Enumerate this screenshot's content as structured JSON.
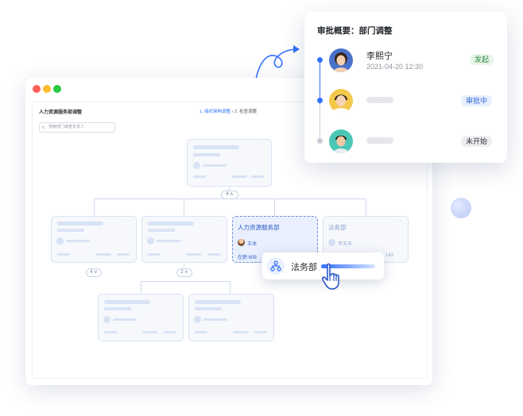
{
  "window": {
    "header_title": "人力资源服务部调整",
    "step1": "1. 组织架构调整",
    "step_sep": "›",
    "step2": "2. 检查调整",
    "search_placeholder": "搜索部门或者负责人",
    "more": "···"
  },
  "tree": {
    "toggle_level1": "4 ∧",
    "toggle_left": "4 ∨",
    "toggle_mid": "2 ∧",
    "card_hr": {
      "title": "人力资源服务部",
      "person": "王冰",
      "count": "在职 609"
    },
    "card_legal": {
      "title": "法务部",
      "person": "李天天",
      "count": "143"
    }
  },
  "drag_tag": {
    "label": "法务部"
  },
  "popup": {
    "title": "审批概要：部门调整",
    "entries": [
      {
        "name": "李熙宁",
        "time": "2021-04-20 12:30",
        "status": "发起",
        "status_color": "#2f8a3c",
        "status_bg": "#e8f6ea"
      },
      {
        "name": "",
        "time": "",
        "status": "审批中",
        "status_color": "#3667d6",
        "status_bg": "#e8effd"
      },
      {
        "name": "",
        "time": "",
        "status": "未开始",
        "status_color": "#333333",
        "status_bg": "#eeeff2"
      }
    ]
  },
  "colors": {
    "accent": "#3370ff",
    "window_red": "#ff5f57",
    "window_yellow": "#febc2e",
    "window_green": "#28c840"
  }
}
